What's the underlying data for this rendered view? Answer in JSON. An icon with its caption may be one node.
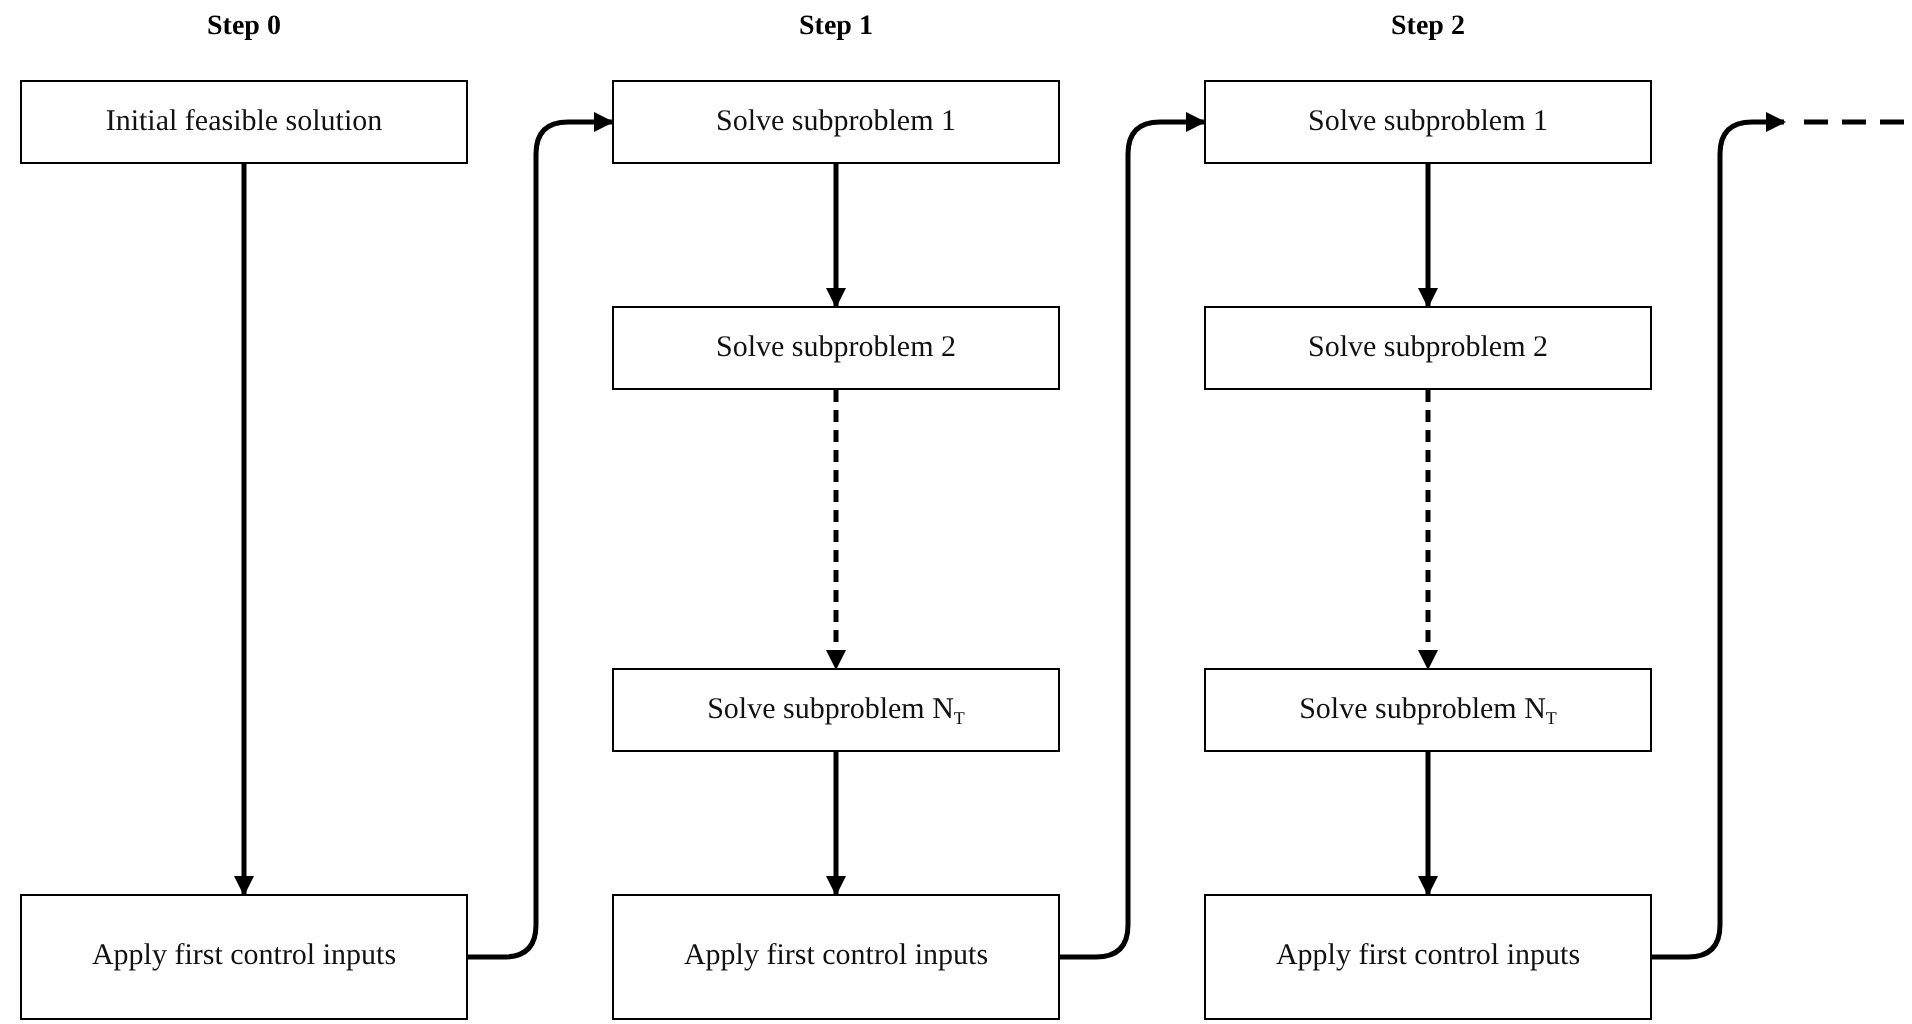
{
  "diagram": {
    "nodes": [
      {
        "text": [
          "Initial feasible solution"
        ]
      },
      {
        "text": [
          "Apply first control inputs"
        ]
      },
      {
        "text": [
          "Solve subproblem 1"
        ]
      },
      {
        "text": [
          "Solve subproblem 2"
        ]
      },
      {
        "text": [
          "Solve subproblem N$_{T}$"
        ]
      },
      {
        "text": [
          "Apply first control inputs"
        ]
      },
      {
        "text": [
          "Solve subproblem 1"
        ]
      },
      {
        "text": [
          "Solve subproblem 2"
        ]
      },
      {
        "text": [
          "Solve subproblem N$_{T}$"
        ]
      },
      {
        "text": [
          "Apply first control inputs"
        ]
      }
    ],
    "edges": [
      {
        "from": 0,
        "to": 1,
        "arrow": "to"
      },
      {
        "from": 1,
        "to": 2,
        "arrow": "to"
      },
      {
        "from": 2,
        "to": 3,
        "arrow": "to"
      },
      {
        "from": 3,
        "to": 4,
        "arrow": "to",
        "style": "dashed"
      },
      {
        "from": 4,
        "to": 5,
        "arrow": "to"
      },
      {
        "from": 5,
        "to": 6,
        "arrow": "to"
      },
      {
        "from": 6,
        "to": 7,
        "arrow": "to"
      },
      {
        "from": 7,
        "to": 8,
        "arrow": "to",
        "style": "dashed"
      },
      {
        "from": 8,
        "to": 9,
        "arrow": "to"
      },
      {
        "from": 9,
        "to": null,
        "arrow": "to"
      }
    ],
    "labels": [
      "Step 0",
      "Step 1",
      "Step 2"
    ]
  }
}
